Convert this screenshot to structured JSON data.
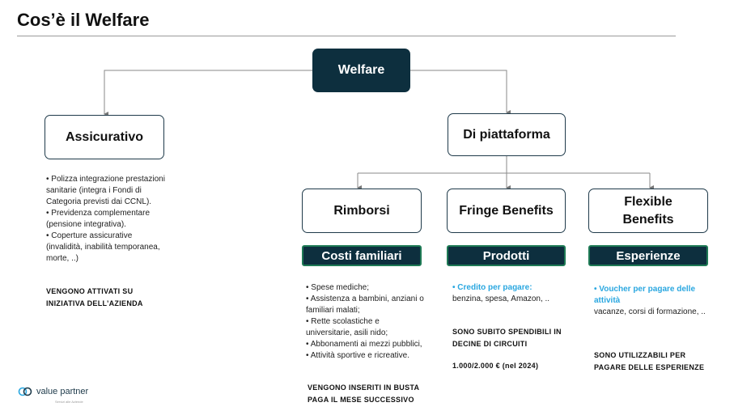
{
  "page": {
    "title": "Cos’è il Welfare"
  },
  "diagram": {
    "root": "Welfare",
    "branches": {
      "assicurativo": {
        "label": "Assicurativo",
        "items": [
          "• Polizza integrazione prestazioni sanitarie (integra i Fondi di Categoria previsti dai CCNL).",
          "• Previdenza complementare (pensione integrativa).",
          "• Coperture assicurative (invalidità, inabilità temporanea, morte, ..)"
        ],
        "note": "VENGONO ATTIVATI SU INIZIATIVA DELL’AZIENDA"
      },
      "piattaforma": {
        "label": "Di piattaforma"
      }
    },
    "sub": {
      "rimborsi": {
        "label": "Rimborsi",
        "tag": "Costi familiari",
        "items": [
          "• Spese mediche;",
          "• Assistenza a bambini, anziani o familiari malati;",
          "• Rette scolastiche e universitarie, asili nido;",
          "• Abbonamenti ai mezzi pubblici,",
          "• Attività sportive e ricreative."
        ],
        "note": "VENGONO INSERITI IN BUSTA PAGA IL MESE SUCCESSIVO"
      },
      "fringe": {
        "label": "Fringe Benefits",
        "tag": "Prodotti",
        "highlight": "• Credito per pagare:",
        "detail": "benzina, spesa, Amazon, ..",
        "note": "SONO SUBITO SPENDIBILI IN DECINE DI CIRCUITI",
        "amount": "1.000/2.000 € (nel 2024)"
      },
      "flexible": {
        "label": "Flexible Benefits",
        "tag": "Esperienze",
        "highlight": "• Voucher per pagare delle attività",
        "detail": "vacanze, corsi di formazione, ..",
        "note": "SONO UTILIZZABILI PER PAGARE DELLE ESPERIENZE"
      }
    }
  },
  "logo": {
    "name": "value partner",
    "tagline": "Servizi alle Aziende"
  },
  "colors": {
    "dark": "#0d2f3e",
    "accent": "#2aa7e0",
    "tag_border": "#1e7a55"
  }
}
